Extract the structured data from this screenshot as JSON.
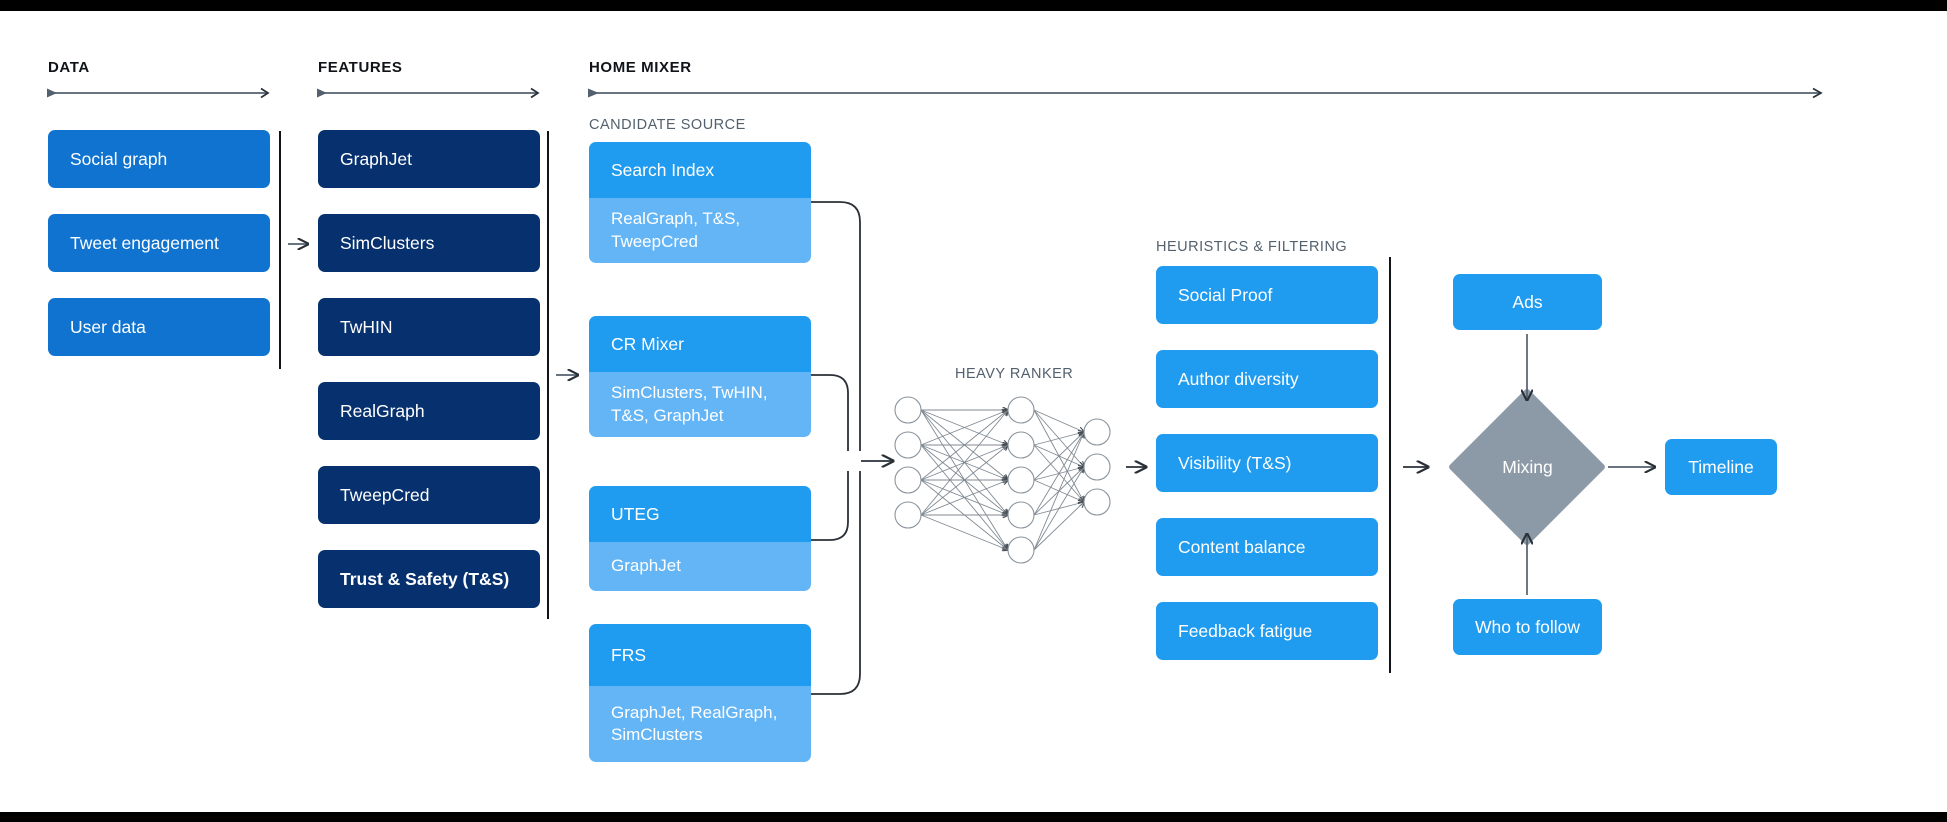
{
  "sections": {
    "data": {
      "title": "DATA"
    },
    "features": {
      "title": "FEATURES"
    },
    "home_mixer": {
      "title": "HOME MIXER"
    },
    "candidate_source": {
      "title": "CANDIDATE SOURCE"
    },
    "heavy_ranker": {
      "title": "HEAVY RANKER"
    },
    "heuristics": {
      "title": "HEURISTICS & FILTERING"
    }
  },
  "data_cards": [
    {
      "label": "Social graph"
    },
    {
      "label": "Tweet engagement"
    },
    {
      "label": "User data"
    }
  ],
  "feature_cards": [
    {
      "label": "GraphJet",
      "bold": false
    },
    {
      "label": "SimClusters",
      "bold": false
    },
    {
      "label": "TwHIN",
      "bold": false
    },
    {
      "label": "RealGraph",
      "bold": false
    },
    {
      "label": "TweepCred",
      "bold": false
    },
    {
      "label": "Trust & Safety (T&S)",
      "bold": true
    }
  ],
  "candidate_sources": [
    {
      "title": "Search Index",
      "features": "RealGraph, T&S,\nTweepCred"
    },
    {
      "title": "CR Mixer",
      "features": "SimClusters, TwHIN,\nT&S, GraphJet"
    },
    {
      "title": "UTEG",
      "features": "GraphJet"
    },
    {
      "title": "FRS",
      "features": "GraphJet, RealGraph,\nSimClusters"
    }
  ],
  "heuristic_cards": [
    {
      "label": "Social Proof"
    },
    {
      "label": "Author diversity"
    },
    {
      "label": "Visibility (T&S)"
    },
    {
      "label": "Content balance"
    },
    {
      "label": "Feedback fatigue"
    }
  ],
  "mixing": {
    "ads_label": "Ads",
    "mixing_label": "Mixing",
    "who_to_follow_label": "Who to follow",
    "timeline_label": "Timeline"
  },
  "neural_net": {
    "input_nodes": 4,
    "hidden_nodes": 5,
    "output_nodes": 3
  },
  "colors": {
    "data_blue": "#0f73cf",
    "feature_navy": "#06306e",
    "source_blue": "#1f9bef",
    "source_light": "#64b5f6",
    "mixing_gray": "#8c9aa8",
    "line_gray": "#53616e",
    "divider": "#101418",
    "background": "#ffffff"
  }
}
